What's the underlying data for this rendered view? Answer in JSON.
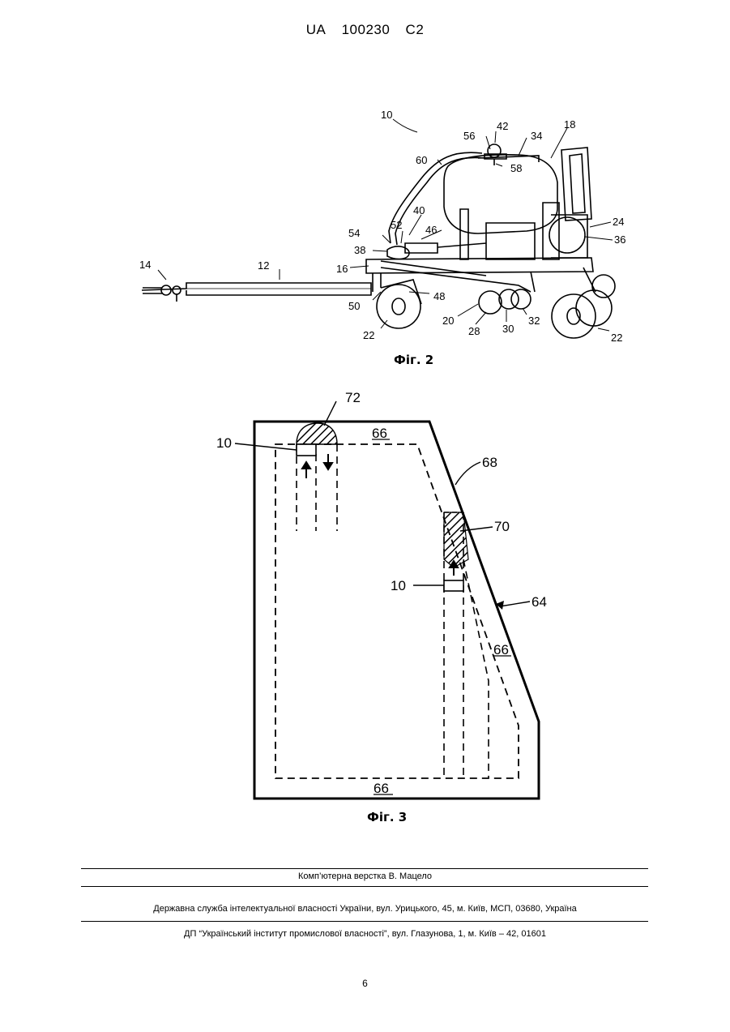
{
  "header": {
    "country": "UA",
    "number": "100230",
    "kind": "C2"
  },
  "fig2": {
    "caption": "Фіг. 2",
    "labels": {
      "l10": "10",
      "l12": "12",
      "l14": "14",
      "l16": "16",
      "l18": "18",
      "l20": "20",
      "l22a": "22",
      "l22b": "22",
      "l24": "24",
      "l28": "28",
      "l30": "30",
      "l32": "32",
      "l34": "34",
      "l36": "36",
      "l38": "38",
      "l40": "40",
      "l42": "42",
      "l46": "46",
      "l48": "48",
      "l50": "50",
      "l52": "52",
      "l54": "54",
      "l56": "56",
      "l58": "58",
      "l60": "60"
    }
  },
  "fig3": {
    "caption": "Фіг. 3",
    "labels": {
      "l72": "72",
      "l66top": "66",
      "l10a": "10",
      "l68": "68",
      "l70": "70",
      "l10b": "10",
      "l64": "64",
      "l66mid": "66",
      "l66bot": "66"
    }
  },
  "footer": {
    "layout": "Комп’ютерна верстка В. Мацело",
    "service": "Державна служба інтелектуальної власності України, вул. Урицького, 45, м. Київ, МСП, 03680, Україна",
    "institute": "ДП “Український інститут промислової власності”, вул. Глазунова, 1, м. Київ – 42, 01601",
    "page": "6"
  }
}
